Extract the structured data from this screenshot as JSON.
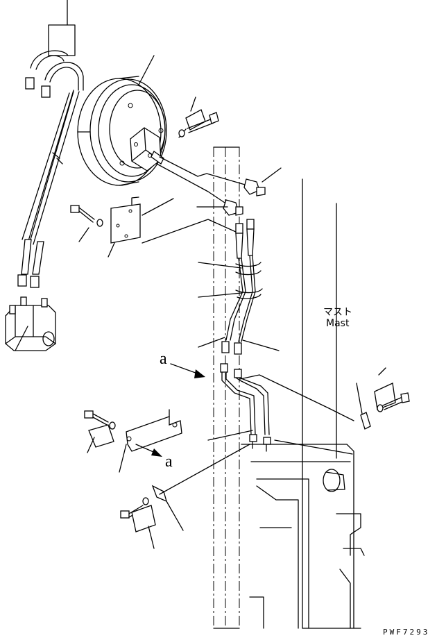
{
  "labels": {
    "view_marker_1": "a",
    "view_marker_2": "a",
    "mast_jp": "マスト",
    "mast_en": "Mast",
    "drawing_code": "PWF7293"
  }
}
